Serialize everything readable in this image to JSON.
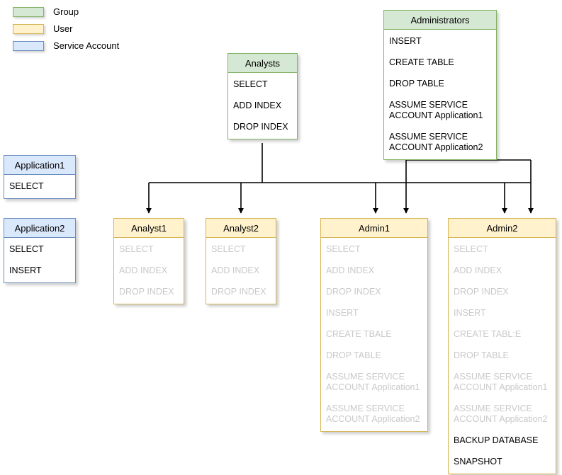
{
  "legend": {
    "items": [
      {
        "label": "Group",
        "color": "#d5e8d4",
        "border": "#82b366"
      },
      {
        "label": "User",
        "color": "#fff2cc",
        "border": "#d6b656"
      },
      {
        "label": "Service Account",
        "color": "#dae8fc",
        "border": "#6c8ebf"
      }
    ]
  },
  "nodes": {
    "analysts": {
      "title": "Analysts",
      "type": "Group",
      "permissions": [
        {
          "label": "SELECT",
          "inherited": false
        },
        {
          "label": "ADD INDEX",
          "inherited": false
        },
        {
          "label": "DROP INDEX",
          "inherited": false
        }
      ]
    },
    "administrators": {
      "title": "Administrators",
      "type": "Group",
      "permissions": [
        {
          "label": "INSERT",
          "inherited": false
        },
        {
          "label": "CREATE TABLE",
          "inherited": false
        },
        {
          "label": "DROP TABLE",
          "inherited": false
        },
        {
          "label": "ASSUME SERVICE\nACCOUNT Application1",
          "inherited": false
        },
        {
          "label": "ASSUME SERVICE\nACCOUNT Application2",
          "inherited": false
        }
      ]
    },
    "application1": {
      "title": "Application1",
      "type": "Service Account",
      "permissions": [
        {
          "label": "SELECT",
          "inherited": false
        }
      ]
    },
    "application2": {
      "title": "Application2",
      "type": "Service Account",
      "permissions": [
        {
          "label": "SELECT",
          "inherited": false
        },
        {
          "label": "INSERT",
          "inherited": false
        }
      ]
    },
    "analyst1": {
      "title": "Analyst1",
      "type": "User",
      "permissions": [
        {
          "label": "SELECT",
          "inherited": true
        },
        {
          "label": "ADD INDEX",
          "inherited": true
        },
        {
          "label": "DROP INDEX",
          "inherited": true
        }
      ]
    },
    "analyst2": {
      "title": "Analyst2",
      "type": "User",
      "permissions": [
        {
          "label": "SELECT",
          "inherited": true
        },
        {
          "label": "ADD INDEX",
          "inherited": true
        },
        {
          "label": "DROP INDEX",
          "inherited": true
        }
      ]
    },
    "admin1": {
      "title": "Admin1",
      "type": "User",
      "permissions": [
        {
          "label": "SELECT",
          "inherited": true
        },
        {
          "label": "ADD INDEX",
          "inherited": true
        },
        {
          "label": "DROP INDEX",
          "inherited": true
        },
        {
          "label": "INSERT",
          "inherited": true
        },
        {
          "label": "CREATE TBALE",
          "inherited": true
        },
        {
          "label": "DROP TABLE",
          "inherited": true
        },
        {
          "label": "ASSUME SERVICE\nACCOUNT Application1",
          "inherited": true
        },
        {
          "label": "ASSUME SERVICE\nACCOUNT Application2",
          "inherited": true
        }
      ]
    },
    "admin2": {
      "title": "Admin2",
      "type": "User",
      "permissions": [
        {
          "label": "SELECT",
          "inherited": true
        },
        {
          "label": "ADD INDEX",
          "inherited": true
        },
        {
          "label": "DROP INDEX",
          "inherited": true
        },
        {
          "label": "INSERT",
          "inherited": true
        },
        {
          "label": "CREATE TABL:E",
          "inherited": true
        },
        {
          "label": "DROP TABLE",
          "inherited": true
        },
        {
          "label": "ASSUME SERVICE\nACCOUNT Application1",
          "inherited": true
        },
        {
          "label": "ASSUME SERVICE\nACCOUNT Application2",
          "inherited": true
        },
        {
          "label": "BACKUP DATABASE",
          "inherited": false
        },
        {
          "label": "SNAPSHOT",
          "inherited": false
        }
      ]
    }
  },
  "edges": {
    "line_color": "#000000",
    "connections": [
      {
        "from": "analysts",
        "to": "analyst1"
      },
      {
        "from": "analysts",
        "to": "analyst2"
      },
      {
        "from": "analysts",
        "to": "admin1"
      },
      {
        "from": "analysts",
        "to": "admin2"
      },
      {
        "from": "administrators",
        "to": "admin1"
      },
      {
        "from": "administrators",
        "to": "admin2"
      }
    ]
  }
}
